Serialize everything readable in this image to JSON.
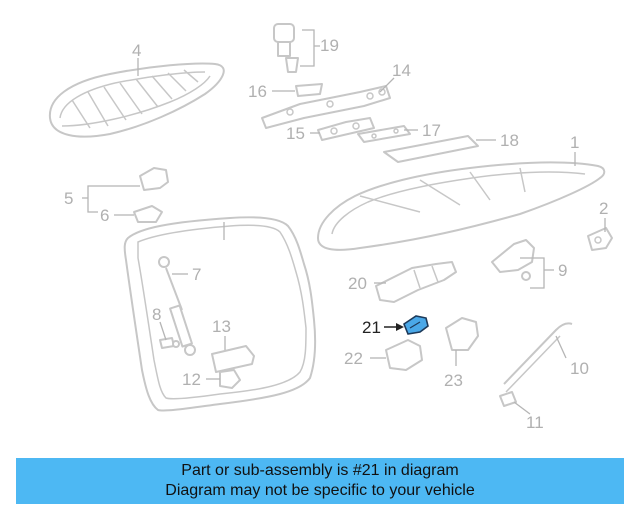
{
  "callouts": {
    "c1": "1",
    "c2": "2",
    "c4": "4",
    "c5": "5",
    "c6": "6",
    "c7": "7",
    "c8": "8",
    "c9": "9",
    "c10": "10",
    "c11": "11",
    "c12": "12",
    "c13": "13",
    "c14": "14",
    "c15": "15",
    "c16": "16",
    "c17": "17",
    "c18": "18",
    "c19": "19",
    "c20": "20",
    "c21": "21",
    "c22": "22",
    "c23": "23"
  },
  "highlighted_part": "21",
  "colors": {
    "caption_bg": "#4db8f3",
    "highlight": "#4aa8e8",
    "line_art": "#c7c7c7"
  },
  "caption": {
    "line1": "Part or sub-assembly is #21 in diagram",
    "line2": "Diagram may not be specific to your vehicle"
  }
}
